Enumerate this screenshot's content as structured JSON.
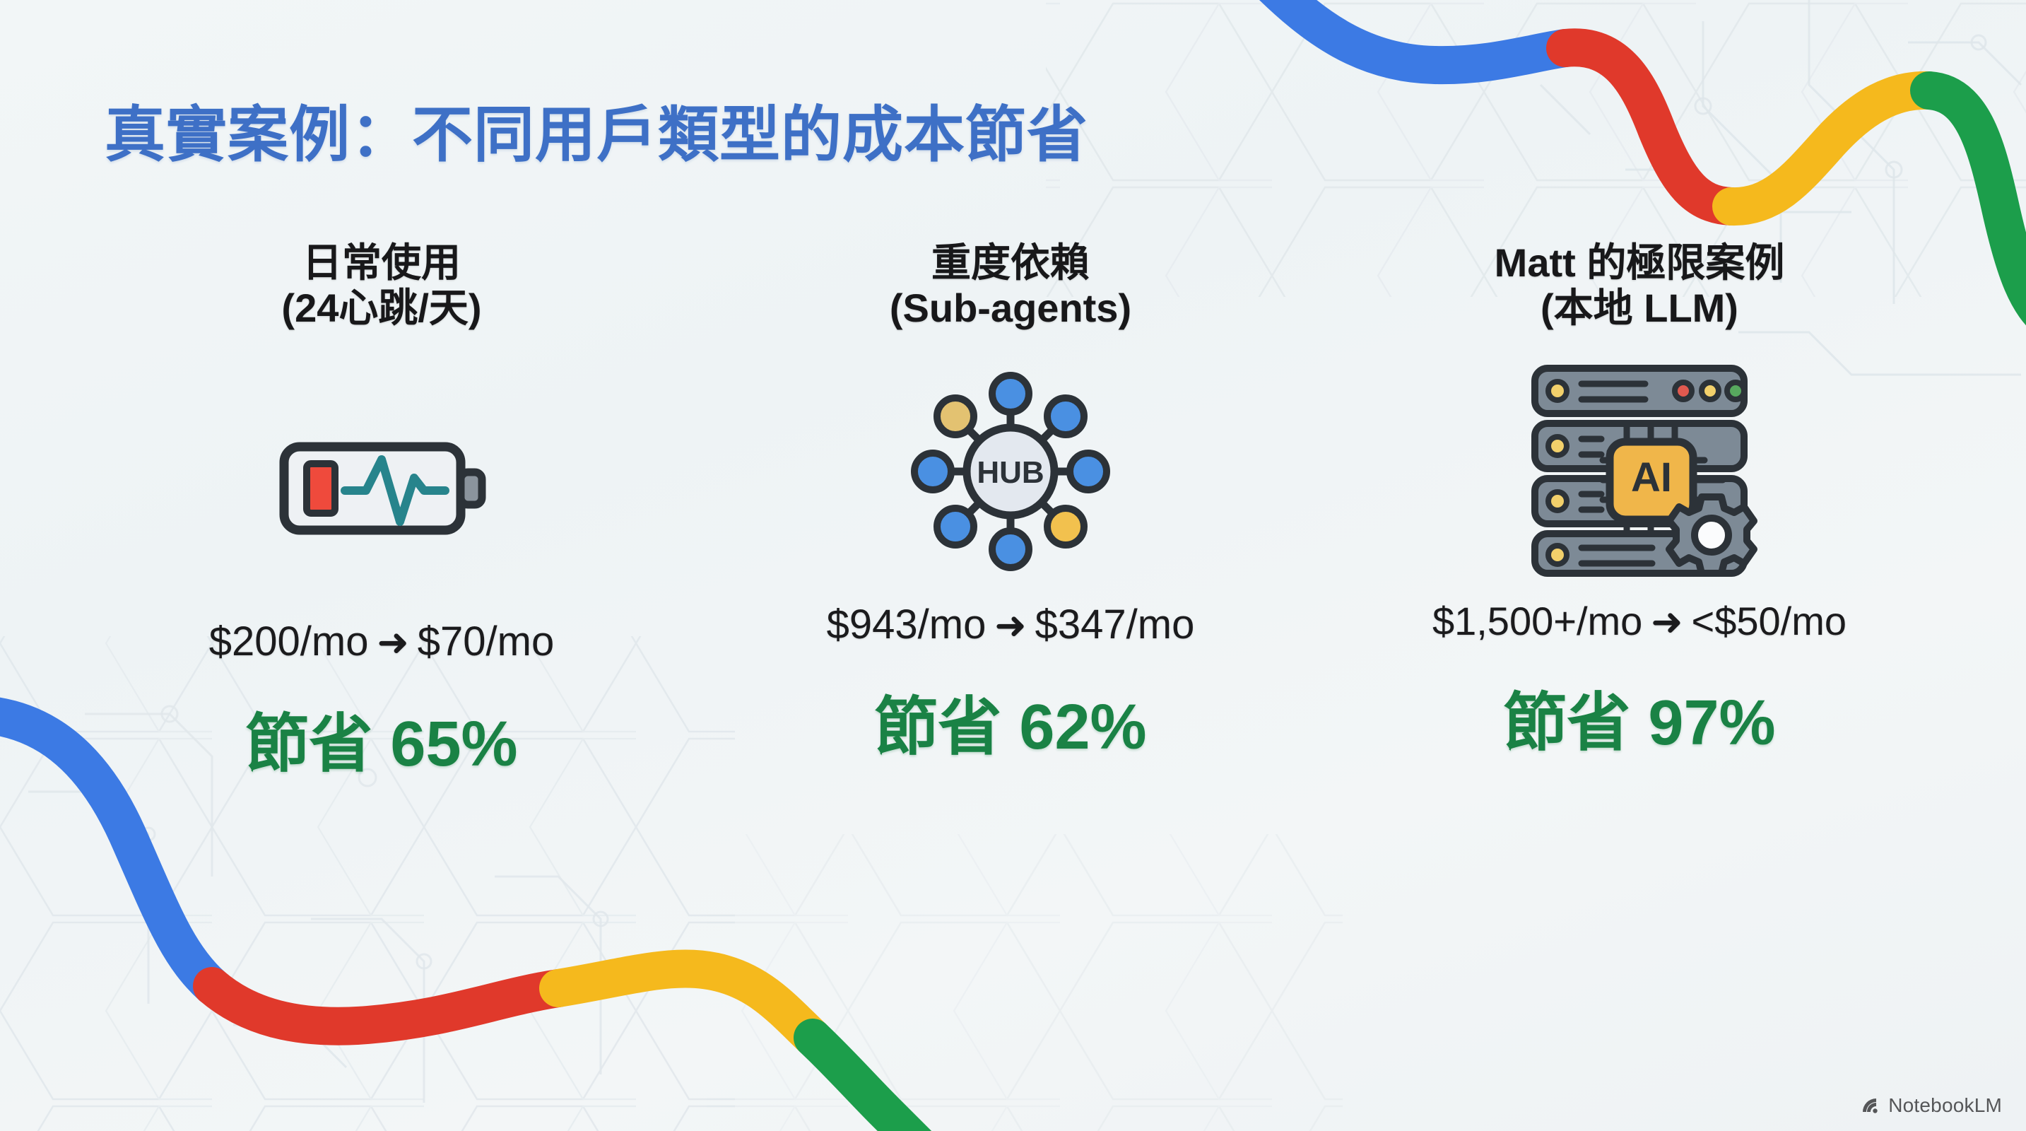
{
  "slide": {
    "title": "真實案例：不同用戶類型的成本節省",
    "title_color": "#3e70c6",
    "background_color": "#eff3f5",
    "savings_color": "#1a8245",
    "body_text_color": "#18181a"
  },
  "columns": [
    {
      "heading_line1": "日常使用",
      "heading_line2": "(24心跳/天)",
      "icon": "battery-heartbeat-icon",
      "price_before": "$200/mo",
      "arrow": "➜",
      "price_after": "$70/mo",
      "savings": "節省 65%",
      "savings_percent": 65
    },
    {
      "heading_line1": "重度依賴",
      "heading_line2": "(Sub-agents)",
      "icon": "hub-network-icon",
      "hub_label": "HUB",
      "price_before": "$943/mo",
      "arrow": "➜",
      "price_after": "$347/mo",
      "savings": "節省 62%",
      "savings_percent": 62
    },
    {
      "heading_line1": "Matt 的極限案例",
      "heading_line2": "(本地 LLM)",
      "icon": "ai-server-rack-icon",
      "chip_label": "AI",
      "price_before": "$1,500+/mo",
      "arrow": "➜",
      "price_after": "<$50/mo",
      "savings": "節省 97%",
      "savings_percent": 97
    }
  ],
  "watermark": {
    "label": "NotebookLM",
    "icon": "notebooklm-logo-icon"
  },
  "decor": {
    "ribbon_colors": {
      "blue": "#3c7ae4",
      "red": "#e0392b",
      "yellow": "#f5b91d",
      "green": "#1c9e4b"
    },
    "circuit_pattern": "hexagon-circuit-traces"
  }
}
